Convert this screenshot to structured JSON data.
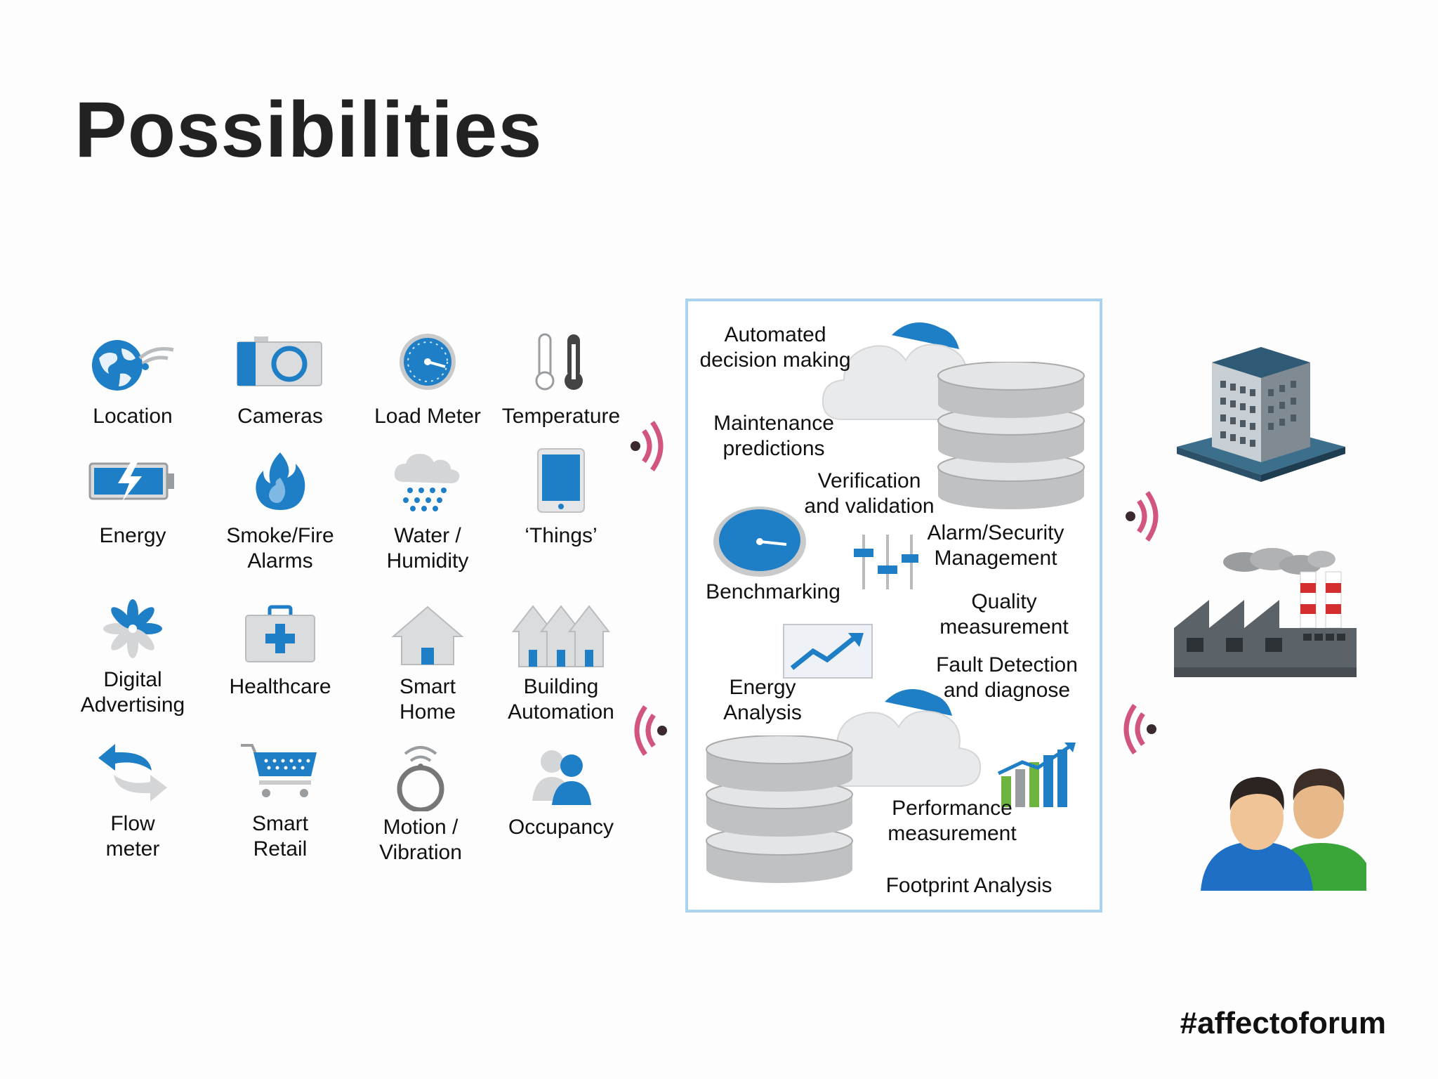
{
  "slide": {
    "title": "Possibilities",
    "hashtag": "#affectoforum"
  },
  "colors": {
    "blue": "#1f7fc6",
    "gray": "#b9bcbf",
    "signal": "#d2557f",
    "panel_border": "#a9d3ef"
  },
  "icons": [
    {
      "name": "location-globe-icon",
      "label": "Location"
    },
    {
      "name": "camera-icon",
      "label": "Cameras"
    },
    {
      "name": "load-meter-gauge-icon",
      "label": "Load Meter"
    },
    {
      "name": "thermometer-icon",
      "label": "Temperature"
    },
    {
      "name": "battery-energy-icon",
      "label": "Energy"
    },
    {
      "name": "flame-icon",
      "label": "Smoke/Fire\nAlarms"
    },
    {
      "name": "rain-cloud-icon",
      "label": "Water /\nHumidity"
    },
    {
      "name": "tablet-icon",
      "label": "‘Things’"
    },
    {
      "name": "pinwheel-icon",
      "label": "Digital\nAdvertising"
    },
    {
      "name": "first-aid-kit-icon",
      "label": "Healthcare"
    },
    {
      "name": "house-icon",
      "label": "Smart\nHome"
    },
    {
      "name": "buildings-icon",
      "label": "Building\nAutomation"
    },
    {
      "name": "flow-arrows-icon",
      "label": "Flow\nmeter"
    },
    {
      "name": "shopping-cart-icon",
      "label": "Smart\nRetail"
    },
    {
      "name": "motion-sensor-icon",
      "label": "Motion /\nVibration"
    },
    {
      "name": "people-occupancy-icon",
      "label": "Occupancy"
    }
  ],
  "panel": {
    "labels": [
      "Automated\ndecision making",
      "Maintenance\npredictions",
      "Verification\nand validation",
      "Alarm/Security\nManagement",
      "Benchmarking",
      "Quality\nmeasurement",
      "Fault Detection\nand diagnose",
      "Energy\nAnalysis",
      "Performance\nmeasurement",
      "Footprint Analysis"
    ]
  }
}
